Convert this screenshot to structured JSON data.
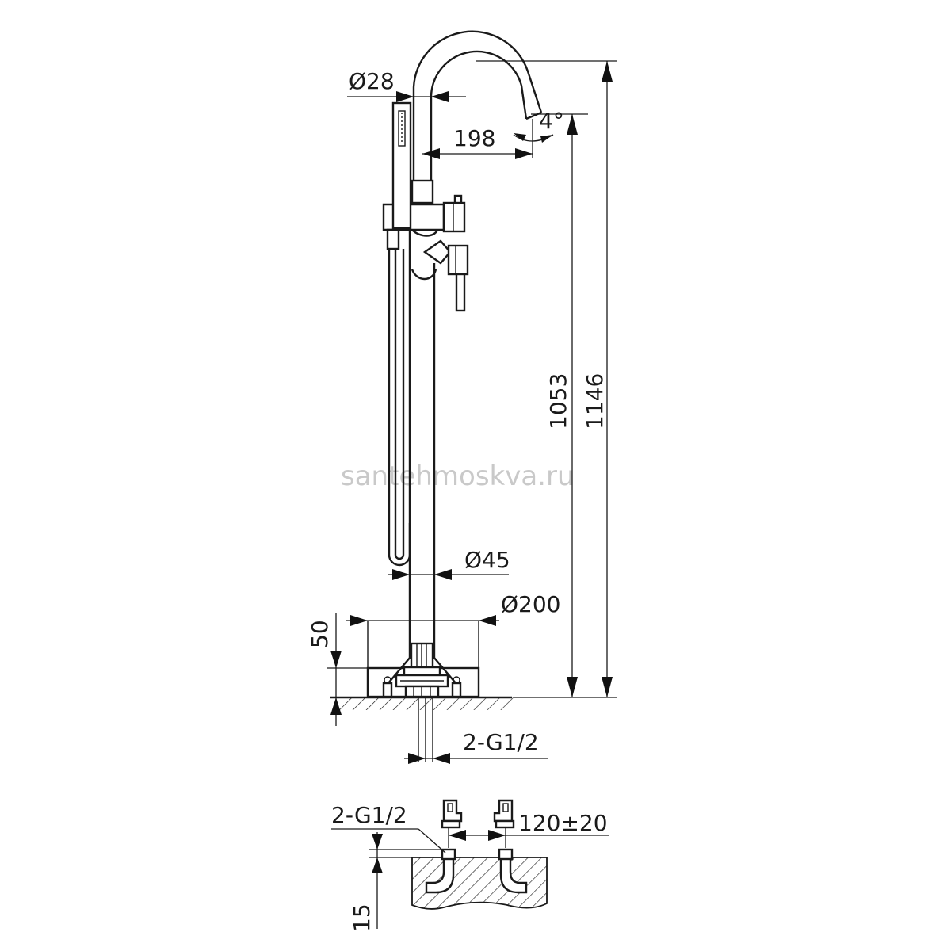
{
  "dimensions": {
    "pipe_diameter": "Ø28",
    "spout_reach": "198",
    "spout_angle": "4°",
    "spout_height": "1053",
    "total_height": "1146",
    "column_diameter": "Ø45",
    "base_diameter": "Ø200",
    "base_height": "50",
    "inlet_thread": "2-G1/2",
    "inlet_thread_detail": "2-G1/2",
    "inlet_spacing": "120±20",
    "inlet_depth": "15"
  },
  "watermark": "santehmoskva.ru"
}
